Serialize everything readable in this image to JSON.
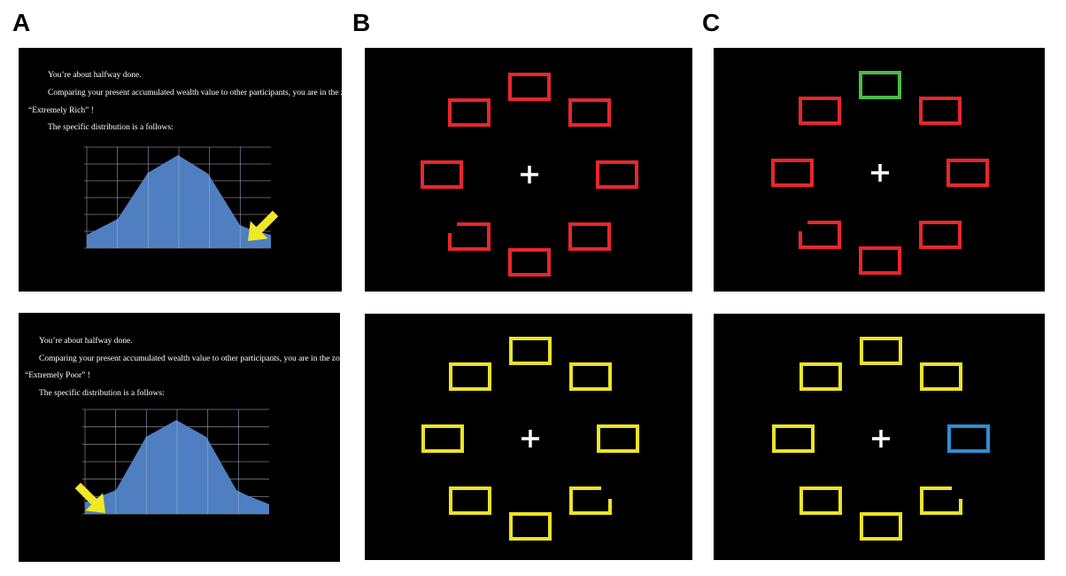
{
  "panel_labels": [
    "A",
    "B",
    "C"
  ],
  "feedback_screens": [
    {
      "line1": "You’re about halfway done.",
      "line2": "Comparing your present accumulated wealth value to other participants,  you are in the zone of",
      "line3": "“Extremely Rich” !",
      "line4": "The specific distribution is a follows:",
      "highlighted_zone": "right-tail"
    },
    {
      "line1": "You’re about halfway done.",
      "line2": "Comparing your present accumulated wealth value to other participants,  you are in the zone of",
      "line3": "“Extremely Poor” !",
      "line4": "The specific distribution is a follows:",
      "highlighted_zone": "left-tail"
    }
  ],
  "colors": {
    "background": "#000000",
    "distribution_fill": "#4f7fc1",
    "arrow": "#f2e827",
    "red_target": "#e8262b",
    "green_target": "#4cbb47",
    "yellow_target": "#ede227",
    "blue_target": "#2c8fd6",
    "fixation": "#ffffff"
  },
  "search_displays": [
    {
      "panel": "B",
      "row": "top",
      "item_color": "red",
      "singleton": null,
      "gapped_items": [
        "lower-left"
      ]
    },
    {
      "panel": "B",
      "row": "bottom",
      "item_color": "yellow",
      "singleton": null,
      "gapped_items": [
        "lower-right"
      ]
    },
    {
      "panel": "C",
      "row": "top",
      "item_color": "red",
      "singleton": {
        "position": "top",
        "color": "green"
      },
      "gapped_items": [
        "lower-left"
      ]
    },
    {
      "panel": "C",
      "row": "bottom",
      "item_color": "yellow",
      "singleton": {
        "position": "right",
        "color": "blue"
      },
      "gapped_items": [
        "lower-right"
      ]
    }
  ],
  "fixation_symbol": "+"
}
